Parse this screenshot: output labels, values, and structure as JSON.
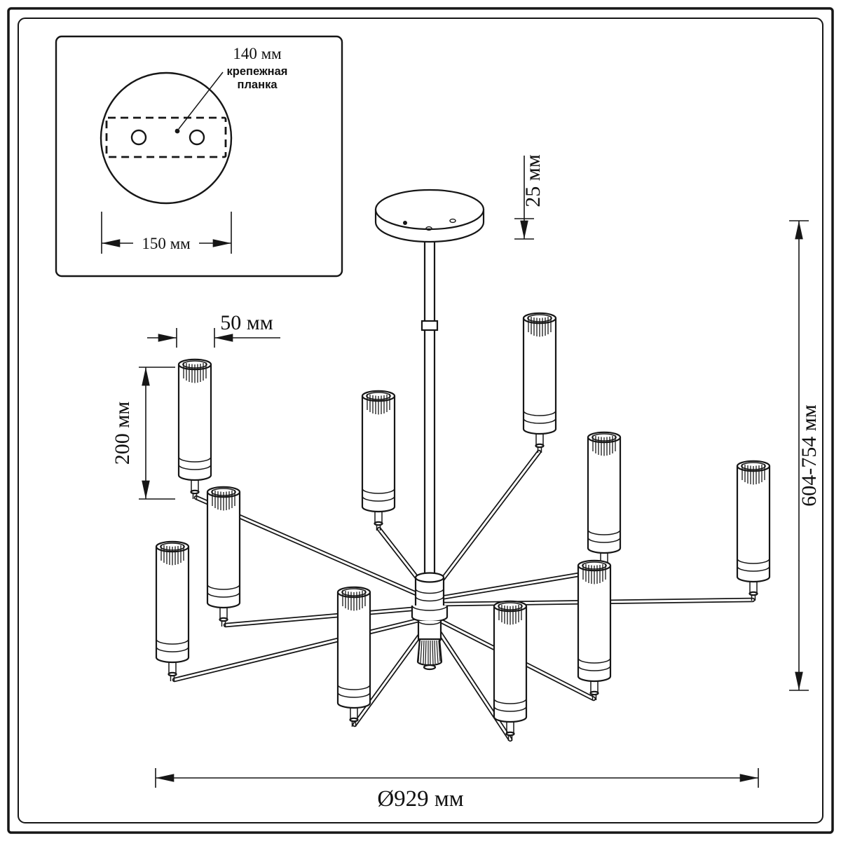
{
  "page": {
    "background": "#ffffff",
    "line_color": "#161616"
  },
  "inset": {
    "dim_bracket_width": "140 мм",
    "bracket_label_line1": "крепежная",
    "bracket_label_line2": "планка",
    "dim_plate_diameter": "150 мм"
  },
  "dims": {
    "canopy_height": "25 мм",
    "shade_diameter": "50 мм",
    "shade_height": "200 мм",
    "overall_height": "604-754 мм",
    "overall_diameter": "Ø929 мм"
  }
}
